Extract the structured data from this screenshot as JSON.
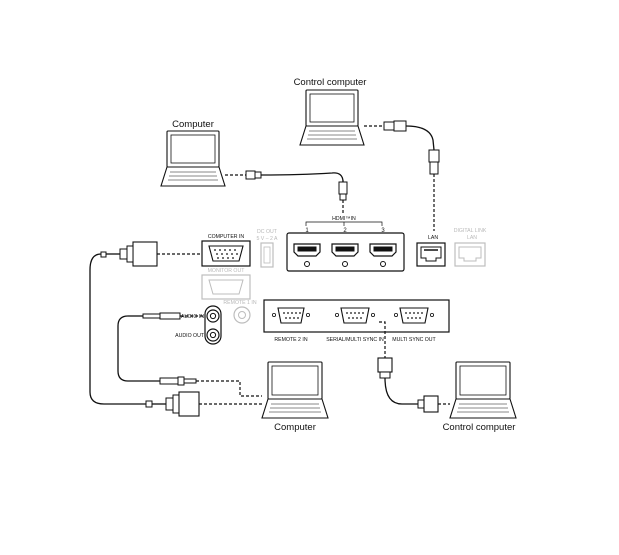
{
  "devices": {
    "computer_top": "Computer",
    "control_computer_top": "Control computer",
    "computer_bottom": "Computer",
    "control_computer_bottom": "Control computer"
  },
  "ports": {
    "hdmi_in": "HDMI™IN",
    "hdmi_1": "1",
    "hdmi_2": "2",
    "hdmi_3": "3",
    "lan": "LAN",
    "digital_link_line1": "DIGITAL LINK",
    "digital_link_line2": "LAN",
    "computer_in": "COMPUTER IN",
    "monitor_out": "MONITOR OUT",
    "dc_out_line1": "DC OUT",
    "dc_out_line2": "5 V – 2 A",
    "remote1_in": "REMOTE 1 IN",
    "audio_in": "AUDIO IN",
    "audio_out": "AUDIO OUT",
    "remote2_in": "REMOTE 2 IN",
    "serial_sync_in": "SERIAL/MULTI SYNC IN",
    "multi_sync_out": "MULTI SYNC OUT"
  },
  "colors": {
    "line": "#111111",
    "inactive": "#bdbdbd",
    "panel_fill": "#ffffff"
  }
}
